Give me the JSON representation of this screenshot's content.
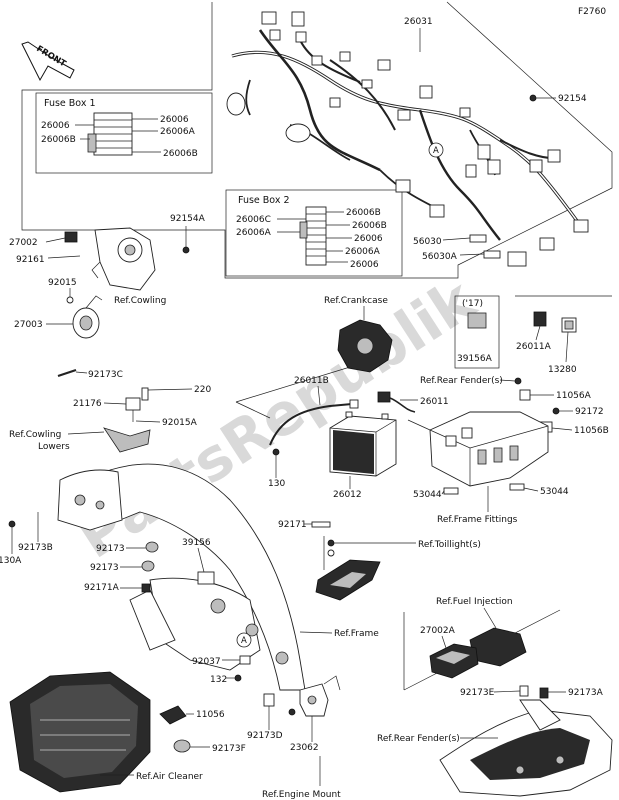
{
  "figure_code": "F2760",
  "front_arrow_label": "FRONT",
  "watermark": "PartsRepublik",
  "fuse_box_1": {
    "title": "Fuse Box 1",
    "labels": [
      "26006",
      "26006B",
      "26006",
      "26006A",
      "26006B"
    ]
  },
  "fuse_box_2": {
    "title": "Fuse Box 2",
    "labels": [
      "26006C",
      "26006A",
      "26006B",
      "26006B",
      "26006",
      "26006A",
      "26006"
    ]
  },
  "callout_circle_label": "A",
  "year_note": "('17)",
  "part_labels": {
    "p26031": "26031",
    "p92154": "92154",
    "p92154A": "92154A",
    "p27002": "27002",
    "p92161": "92161",
    "p92015": "92015",
    "p27003": "27003",
    "p56030": "56030",
    "p56030A": "56030A",
    "p39156A": "39156A",
    "p26011A": "26011A",
    "p13280": "13280",
    "p92173C": "92173C",
    "p220": "220",
    "p21176": "21176",
    "p92015A": "92015A",
    "p26011B": "26011B",
    "p26011": "26011",
    "p11056A": "11056A",
    "p92172": "92172",
    "p11056B": "11056B",
    "p130": "130",
    "p26012": "26012",
    "p53044a": "53044",
    "p53044b": "53044",
    "p92173B": "92173B",
    "p130A": "130A",
    "p92171": "92171",
    "p39156": "39156",
    "p92173a": "92173",
    "p92173b": "92173",
    "p92171A": "92171A",
    "p27002A": "27002A",
    "p92037": "92037",
    "p132": "132",
    "p92173E": "92173E",
    "p92173A": "92173A",
    "p11056": "11056",
    "p92173D": "92173D",
    "p23062": "23062",
    "p92173F": "92173F"
  },
  "references": {
    "cowling": "Ref.Cowling",
    "crankcase": "Ref.Crankcase",
    "rear_fender_top": "Ref.Rear Fender(s)",
    "cowling_lowers_1": "Ref.Cowling",
    "cowling_lowers_2": "Lowers",
    "frame_fittings": "Ref.Frame Fittings",
    "taillight": "Ref.Toillight(s)",
    "fuel_injection": "Ref.Fuel Injection",
    "frame": "Ref.Frame",
    "rear_fender_bottom": "Ref.Rear Fender(s)",
    "air_cleaner": "Ref.Air Cleaner",
    "engine_mount": "Ref.Engine Mount"
  }
}
